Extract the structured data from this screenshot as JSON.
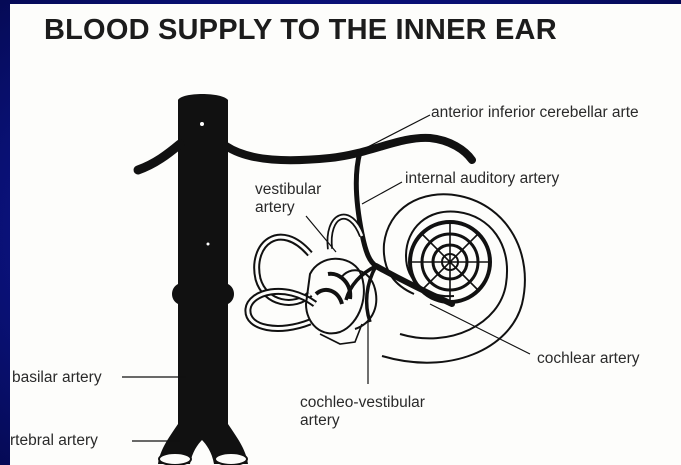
{
  "title": "BLOOD SUPPLY TO THE INNER EAR",
  "labels": {
    "aica": "anterior inferior cerebellar arte",
    "internal_auditory": "internal auditory artery",
    "vestibular_line1": "vestibular",
    "vestibular_line2": "artery",
    "cochlear": "cochlear artery",
    "basilar": "basilar artery",
    "cochleo_line1": "cochleo-vestibular",
    "cochleo_line2": "artery",
    "vertebral": "rtebral artery"
  },
  "colors": {
    "frame": "#0b1382",
    "paper": "#fdfdfb",
    "ink": "#111111"
  }
}
